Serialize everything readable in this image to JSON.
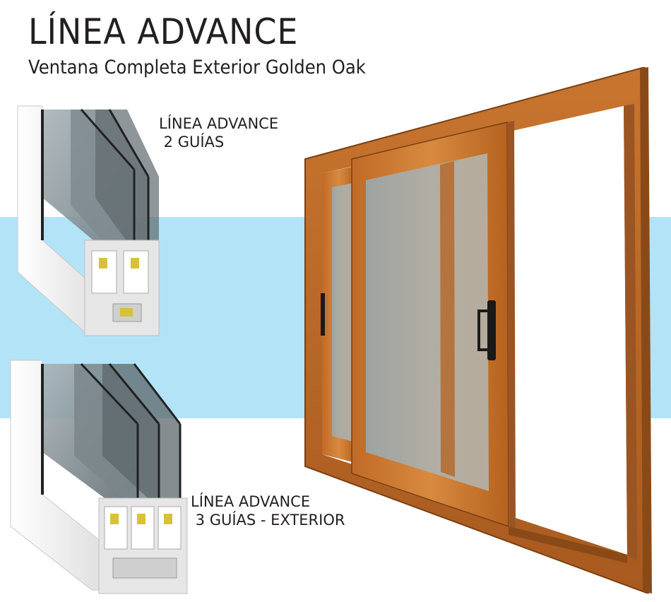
{
  "header": {
    "title": "LÍNEA ADVANCE",
    "subtitle": "Ventana Completa Exterior Golden Oak"
  },
  "profiles": [
    {
      "line1": "LÍNEA ADVANCE",
      "line2": " 2 GUÍAS"
    },
    {
      "line1": "LÍNEA ADVANCE",
      "line2": " 3 GUÍAS - EXTERIOR"
    }
  ],
  "colors": {
    "band": "#b3e3f7",
    "frame_wood": "#c8752f",
    "frame_wood_dark": "#9a5522",
    "glass": "#8fa3ab",
    "pvc": "#f2f2f2",
    "text": "#231f20"
  }
}
